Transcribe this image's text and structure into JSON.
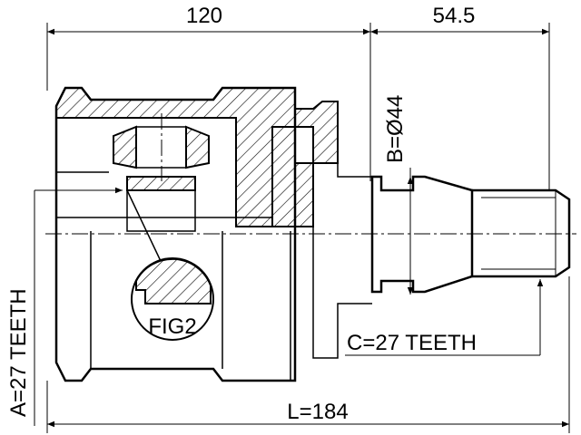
{
  "drawing": {
    "dim_top_left": "120",
    "dim_top_right": "54.5",
    "dim_diameter": "B=Ø44",
    "dim_left_teeth": "A=27 TEETH",
    "dim_right_teeth": "C=27 TEETH",
    "dim_length": "L=184",
    "figure_label": "FIG2"
  }
}
